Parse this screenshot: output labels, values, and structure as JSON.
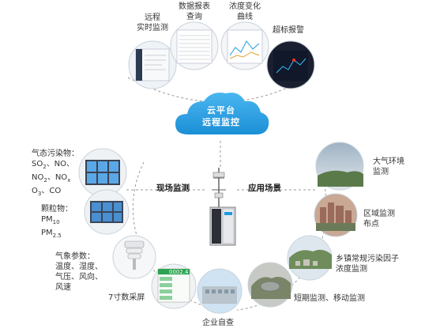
{
  "top_items": [
    {
      "label_lines": [
        "远程",
        "实时监测"
      ]
    },
    {
      "label_lines": [
        "数据报表",
        "查询"
      ]
    },
    {
      "label_lines": [
        "浓度变化",
        "曲线"
      ]
    },
    {
      "label_lines": [
        "超标报警"
      ]
    }
  ],
  "cloud": {
    "line1": "云平台",
    "line2": "远程监控"
  },
  "left_section_title": "现场监测",
  "right_section_title": "应用场景",
  "left_items": [
    {
      "label_lines": [
        "气态污染物：",
        "SO2、NO、",
        "NO2、NOx",
        "O3、CO"
      ]
    },
    {
      "label_lines": [
        "颗粒物：",
        "PM10",
        "PM2.5"
      ]
    },
    {
      "label_lines": [
        "气象参数：",
        "温度、湿度、",
        "气压、风向、",
        "风速"
      ]
    },
    {
      "label_lines": [
        "7寸数采屏"
      ]
    }
  ],
  "screen_value": "0002.4",
  "right_items": [
    {
      "label_lines": [
        "大气环境",
        "监测"
      ]
    },
    {
      "label_lines": [
        "区域监测",
        "布点"
      ]
    },
    {
      "label_lines": [
        "乡镇常规污染因子",
        "浓度监测"
      ]
    },
    {
      "label_lines": [
        "短期监测、移动监测"
      ]
    },
    {
      "label_lines": [
        "企业自查"
      ]
    }
  ],
  "colors": {
    "accent": "#1e9be0",
    "dash": "#9a9a9a",
    "dark_screen": "#1a2030"
  }
}
